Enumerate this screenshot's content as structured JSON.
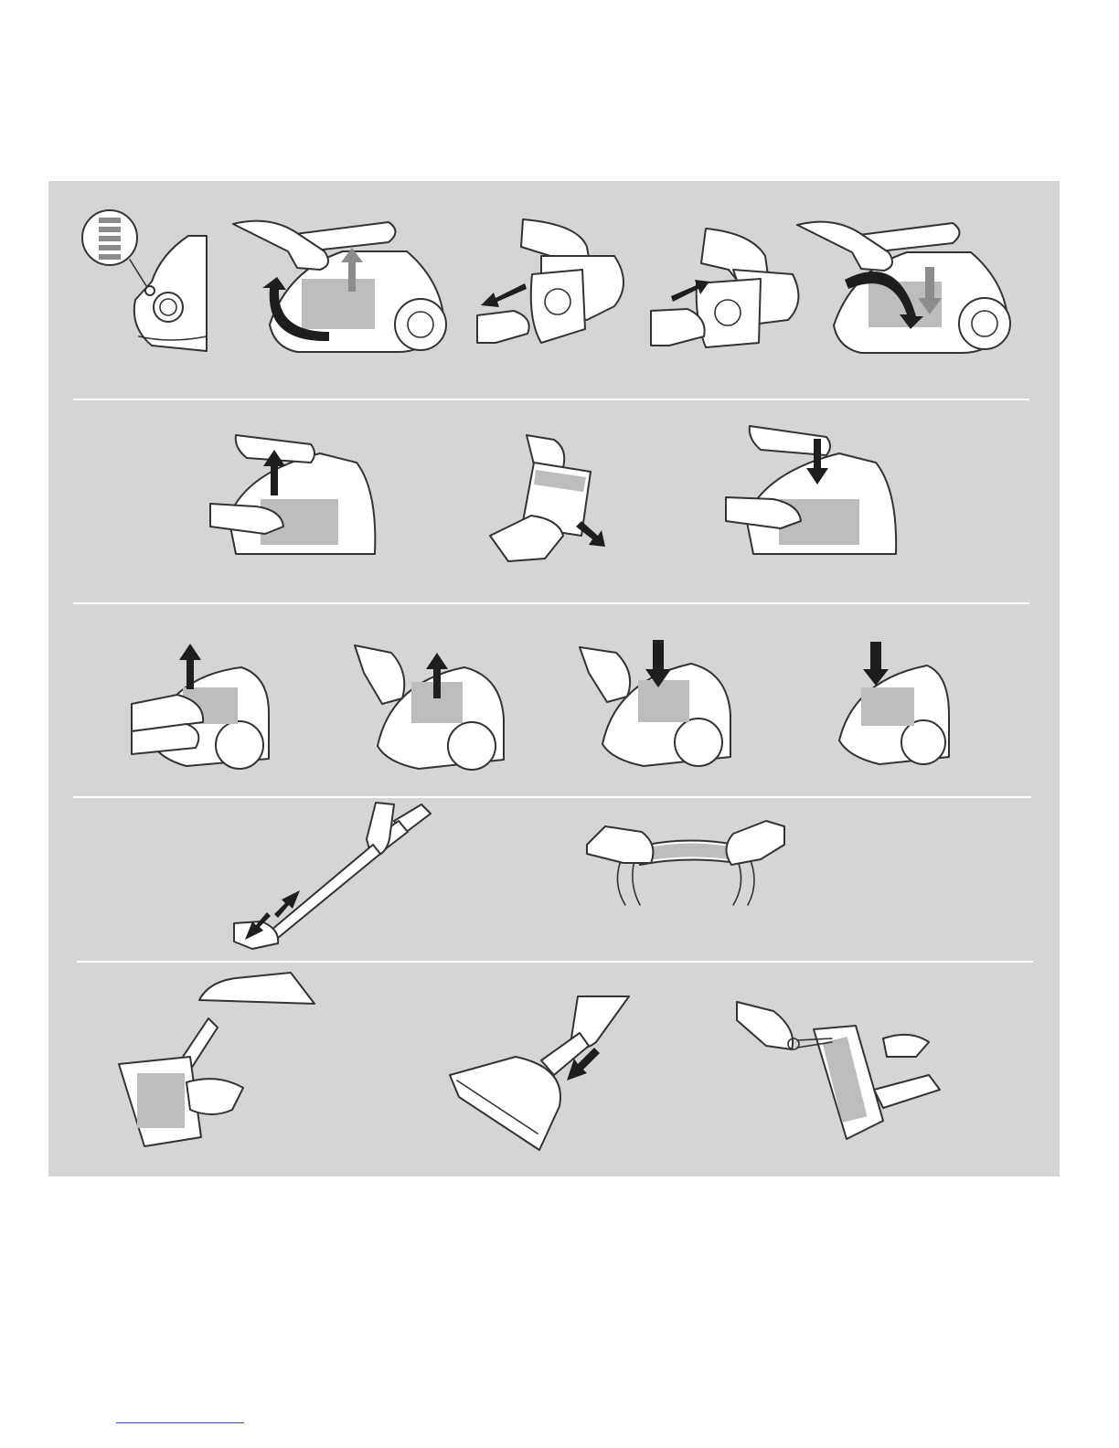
{
  "page": {
    "background": "#ffffff",
    "panel_color": "#d4d5d6",
    "divider_color": "#ffffff",
    "footer_link_color": "#2b4aa8"
  },
  "rows": [
    {
      "id": "row-1",
      "figures": [
        {
          "name": "dust-bag-indicator-figure",
          "icons": [
            "indicator-window-icon",
            "vacuum-body-icon"
          ]
        },
        {
          "name": "open-lid-lift-bag-holder-figure",
          "icons": [
            "hand-icon",
            "up-arrow-icon",
            "curved-arrow-icon"
          ]
        },
        {
          "name": "remove-dust-bag-figure",
          "icons": [
            "hand-icon",
            "left-arrow-icon"
          ]
        },
        {
          "name": "insert-new-dust-bag-figure",
          "icons": [
            "hand-icon",
            "right-arrow-icon"
          ]
        },
        {
          "name": "replace-bag-holder-close-lid-figure",
          "icons": [
            "hand-icon",
            "down-arrow-icon",
            "curved-arrow-icon"
          ]
        }
      ]
    },
    {
      "id": "row-2",
      "figures": [
        {
          "name": "lift-out-motor-filter-figure",
          "icons": [
            "hand-icon",
            "up-arrow-icon"
          ]
        },
        {
          "name": "replace-filter-pad-figure",
          "icons": [
            "hand-icon",
            "down-right-arrow-icon"
          ]
        },
        {
          "name": "reinsert-motor-filter-figure",
          "icons": [
            "hand-icon",
            "down-arrow-icon"
          ]
        }
      ]
    },
    {
      "id": "row-3",
      "figures": [
        {
          "name": "remove-exhaust-grille-figure",
          "icons": [
            "hand-icon",
            "up-arrow-icon"
          ]
        },
        {
          "name": "remove-exhaust-filter-figure",
          "icons": [
            "hand-icon",
            "up-arrow-icon"
          ]
        },
        {
          "name": "insert-exhaust-filter-figure",
          "icons": [
            "hand-icon",
            "down-arrow-icon"
          ]
        },
        {
          "name": "replace-exhaust-grille-figure",
          "icons": [
            "down-arrow-icon"
          ]
        }
      ]
    },
    {
      "id": "row-4",
      "figures": [
        {
          "name": "telescopic-tube-clear-blockage-figure",
          "icons": [
            "hand-icon",
            "double-arrow-icon"
          ]
        },
        {
          "name": "hose-squeeze-figure",
          "icons": [
            "hand-icon"
          ]
        }
      ]
    },
    {
      "id": "row-5",
      "figures": [
        {
          "name": "nozzle-underside-figure",
          "icons": [
            "hand-icon"
          ]
        },
        {
          "name": "floor-nozzle-push-figure",
          "icons": [
            "hand-icon",
            "down-left-arrow-icon"
          ]
        },
        {
          "name": "cut-threads-brush-roll-figure",
          "icons": [
            "hand-icon",
            "scissors-icon"
          ]
        }
      ]
    }
  ]
}
